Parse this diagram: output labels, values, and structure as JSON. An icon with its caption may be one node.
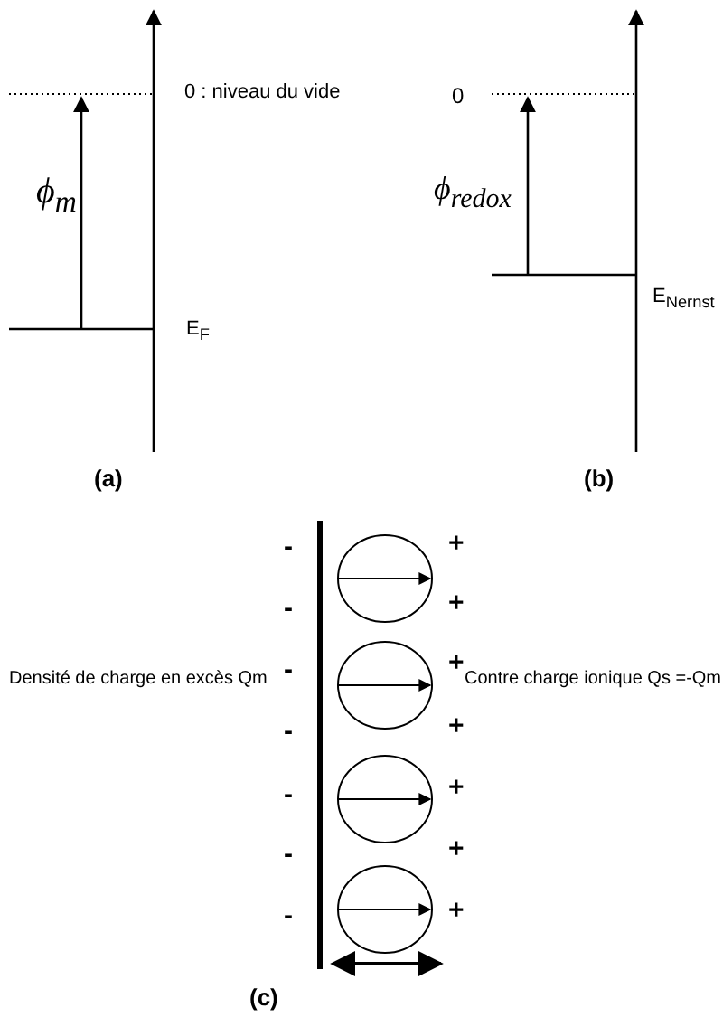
{
  "diagram": {
    "labels": [
      "0 : niveau du vide",
      "0",
      "ϕ$_{m}$",
      "ϕ$_{redox}$",
      "E$_{Nernst}$",
      "E$_{F}$",
      "(a)",
      "(b)",
      "-",
      "+",
      "-",
      "+",
      "Densité de charge en excès Qm",
      "-",
      "+",
      "Contre charge ionique  Qs =-Qm",
      "-",
      "+",
      "-",
      "+",
      "-",
      "+",
      "-",
      "+",
      "(c)"
    ]
  }
}
